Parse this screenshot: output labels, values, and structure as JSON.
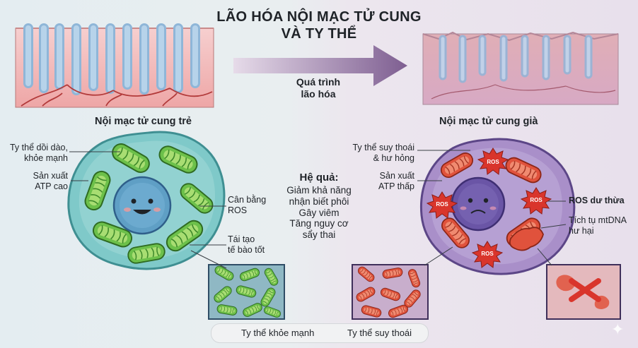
{
  "title": {
    "line1": "LÃO HÓA NỘI MẠC TỬ CUNG",
    "line2": "VÀ TY THỂ"
  },
  "process": {
    "line1": "Quá trình",
    "line2": "lão hóa"
  },
  "young": {
    "heading": "Nội mạc tử cung trẻ",
    "labels": {
      "abundant_1": "Ty thể dồi dào,",
      "abundant_2": "khỏe mạnh",
      "atp_1": "Sản xuất",
      "atp_2": "ATP cao",
      "ros_1": "Cân bằng",
      "ros_2": "ROS",
      "regen_1": "Tái tạo",
      "regen_2": "tế bào tốt"
    }
  },
  "old": {
    "heading": "Nội mạc tử cung già",
    "labels": {
      "degraded_1": "Ty thể suy thoái",
      "degraded_2": "& hư hỏng",
      "atp_1": "Sản xuất",
      "atp_2": "ATP thấp",
      "ros_excess": "ROS dư thừa",
      "mtdna_1": "Tích tụ mtDNA",
      "mtdna_2": "hư hại"
    },
    "ros_badge": "ROS"
  },
  "consequences": {
    "heading": "Hệ quả:",
    "lines": [
      "Giảm khả năng",
      "nhận biết phôi",
      "Gây viêm",
      "Tăng nguy cơ",
      "sẩy thai"
    ]
  },
  "legend": {
    "healthy": "Ty thể khỏe mạnh",
    "degraded": "Ty thể suy thoái"
  },
  "colors": {
    "healthy_mito": "#6cc04a",
    "degraded_mito": "#e0523c",
    "young_cell": "#7fc9c9",
    "old_cell": "#a98fc9",
    "ros_star": "#d9352c",
    "arrow": "#7e5e91"
  }
}
